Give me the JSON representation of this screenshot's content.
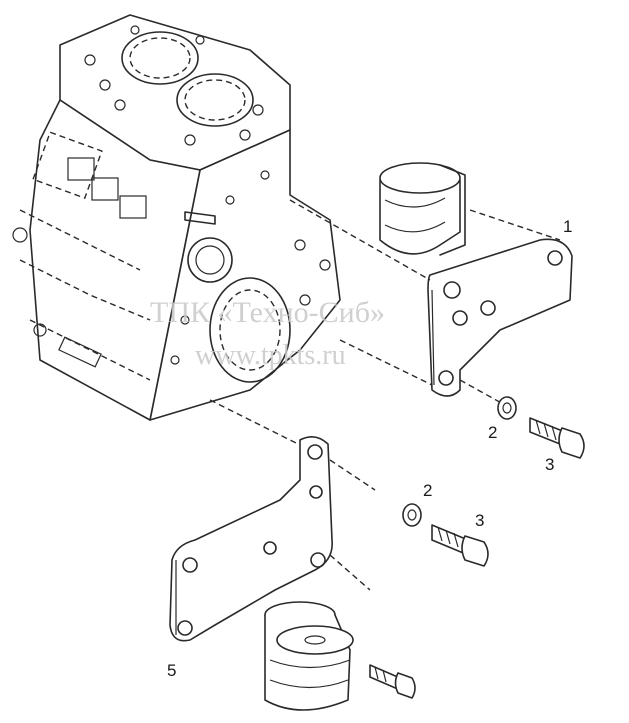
{
  "callouts": [
    {
      "id": "1",
      "text": "1"
    },
    {
      "id": "2a",
      "text": "2"
    },
    {
      "id": "3a",
      "text": "3"
    },
    {
      "id": "2b",
      "text": "2"
    },
    {
      "id": "3b",
      "text": "3"
    },
    {
      "id": "5",
      "text": "5"
    }
  ],
  "watermark": {
    "line1": "ТПК «Техно-Сиб»",
    "line2": "www.tpkts.ru"
  }
}
